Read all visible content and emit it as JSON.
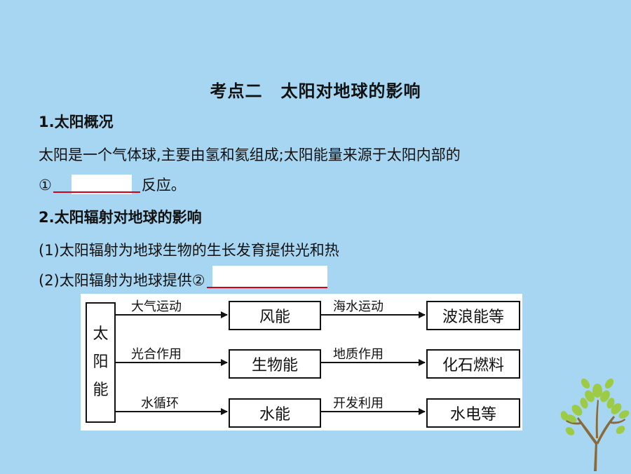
{
  "title": {
    "part1": "考点二",
    "part2": "太阳对地球的影响"
  },
  "section1": {
    "heading": "1.太阳概况",
    "line1": "太阳是一个气体球,主要由氢和氦组成;太阳能量来源于太阳内部的",
    "marker1": "①",
    "line2_suffix": "反应。"
  },
  "section2": {
    "heading": "2.太阳辐射对地球的影响",
    "item1": "(1)太阳辐射为地球生物的生长发育提供光和热",
    "item2_prefix": "(2)太阳辐射为地球提供②"
  },
  "diagram": {
    "source": [
      "太",
      "阳",
      "能"
    ],
    "rows": [
      {
        "link1": "大气运动",
        "middle": "风能",
        "link2": "海水运动",
        "end": "波浪能等"
      },
      {
        "link1": "光合作用",
        "middle": "生物能",
        "link2": "地质作用",
        "end": "化石燃料"
      },
      {
        "link1": "水循环",
        "middle": "水能",
        "link2": "开发利用",
        "end": "水电等"
      }
    ]
  },
  "colors": {
    "background": "#a6d6f2",
    "blank_underline": "#d0021b",
    "tree_leaves": "#9ecb3c"
  }
}
